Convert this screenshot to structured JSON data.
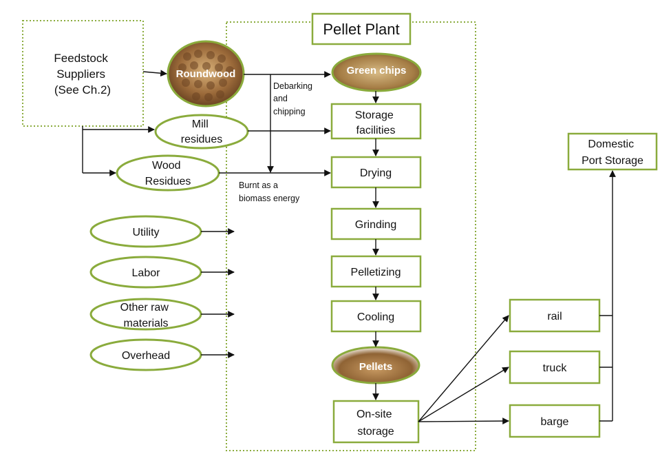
{
  "title": "Pellet Plant",
  "feedstock": [
    "Feedstock",
    "Suppliers",
    "(See Ch.2)"
  ],
  "roundwood": "Roundwood",
  "green_chips": "Green chips",
  "pellets": "Pellets",
  "mill_residues": [
    "Mill",
    "residues"
  ],
  "wood_residues": [
    "Wood",
    "Residues"
  ],
  "debarking": [
    "Debarking",
    "and",
    "chipping"
  ],
  "burnt": [
    "Burnt as a",
    "biomass energy"
  ],
  "process_steps": {
    "storage": [
      "Storage",
      "facilities"
    ],
    "drying": "Drying",
    "grinding": "Grinding",
    "pelletizing": "Pelletizing",
    "cooling": "Cooling",
    "onsite": [
      "On-site",
      "storage"
    ]
  },
  "inputs": {
    "utility": "Utility",
    "labor": "Labor",
    "other": [
      "Other raw",
      "materials"
    ],
    "overhead": "Overhead"
  },
  "transport": {
    "rail": "rail",
    "truck": "truck",
    "barge": "barge"
  },
  "domestic": [
    "Domestic",
    "Port Storage"
  ],
  "colors": {
    "green_outline": "#8aab3c",
    "wood": "#8a5a2e",
    "chips": "#b58a4e"
  }
}
